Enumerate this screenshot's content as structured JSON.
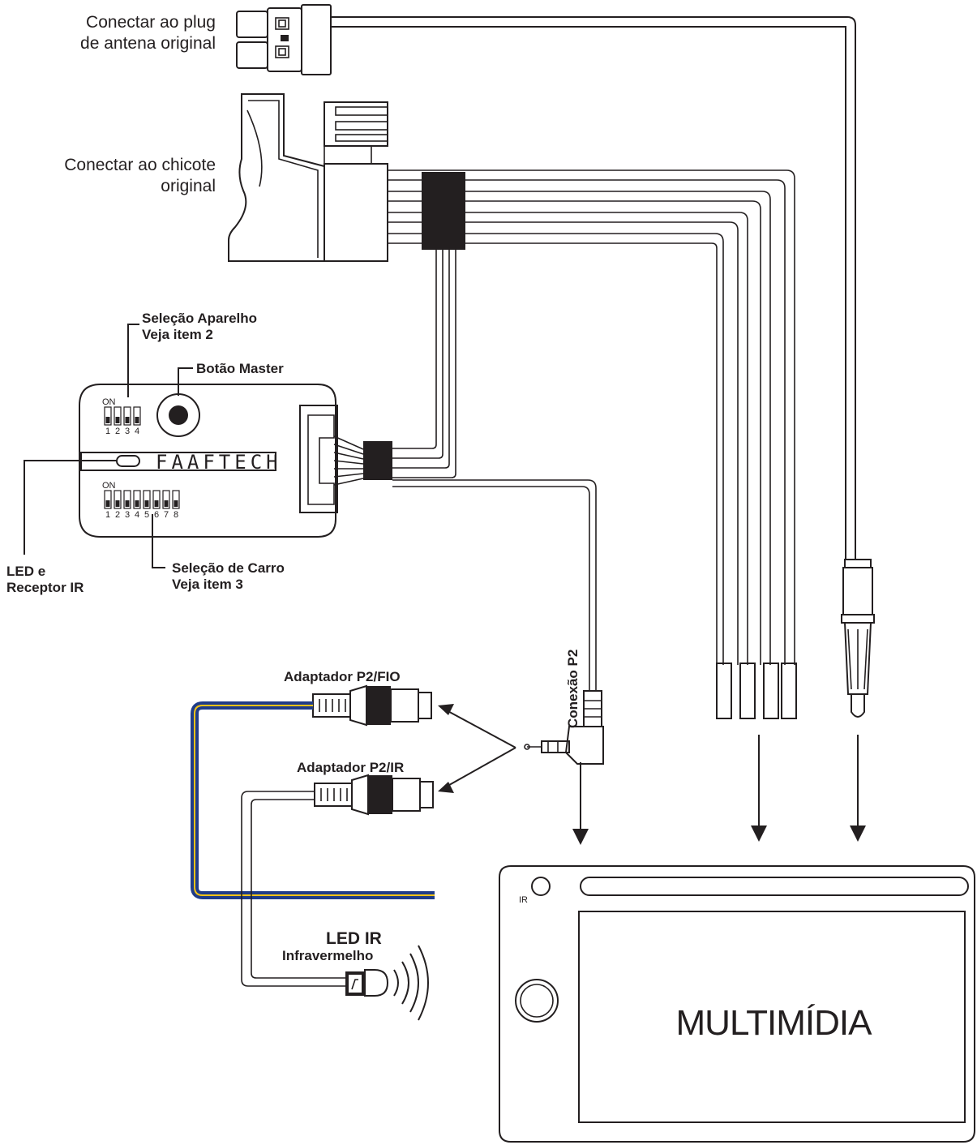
{
  "labels": {
    "antenna_connect_1": "Conectar ao plug",
    "antenna_connect_2": "de antena original",
    "harness_connect_1": "Conectar ao chicote",
    "harness_connect_2": "original",
    "device_select_1": "Seleção Aparelho",
    "device_select_2": "Veja item 2",
    "master_button": "Botão Master",
    "car_select_1": "Seleção de Carro",
    "car_select_2": "Veja item 3",
    "led_receiver_1": "LED e",
    "led_receiver_2": "Receptor IR",
    "p2_connection": "Conexão P2",
    "adapter_wire": "Adaptador P2/FIO",
    "adapter_ir": "Adaptador P2/IR",
    "led_ir": "LED IR",
    "infrared": "Infravermelho",
    "ir_marker": "IR",
    "head_unit": "MULTIMÍDIA"
  },
  "module": {
    "brand": "FAAFTECH",
    "dip_small_on": "ON",
    "dip_small_numbers": [
      "1",
      "2",
      "3",
      "4"
    ],
    "dip_large_on": "ON",
    "dip_large_numbers": [
      "1",
      "2",
      "3",
      "4",
      "5",
      "6",
      "7",
      "8"
    ]
  },
  "colors": {
    "ink": "#231f20",
    "cable_blue": "#1f3c88",
    "cable_yellow": "#f2c318"
  }
}
